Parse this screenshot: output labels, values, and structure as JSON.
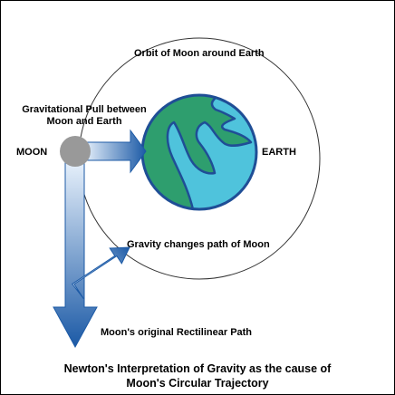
{
  "labels": {
    "orbit": "Orbit of Moon around Earth",
    "gravitational_pull_line1": "Gravitational Pull between",
    "gravitational_pull_line2": "Moon and Earth",
    "moon": "MOON",
    "earth": "EARTH",
    "gravity_changes": "Gravity changes path of Moon",
    "rectilinear": "Moon's original Rectilinear Path"
  },
  "caption": {
    "line1": "Newton's Interpretation of Gravity as the cause of",
    "line2": "Moon's Circular Trajectory"
  },
  "colors": {
    "orbit_stroke": "#333333",
    "moon": "#999999",
    "earth_land": "#2e9e6e",
    "earth_water": "#4fc3dc",
    "earth_outline": "#1f4e96",
    "arrow_dark": "#1c5aa6",
    "arrow_light": "#e6f0fb"
  }
}
